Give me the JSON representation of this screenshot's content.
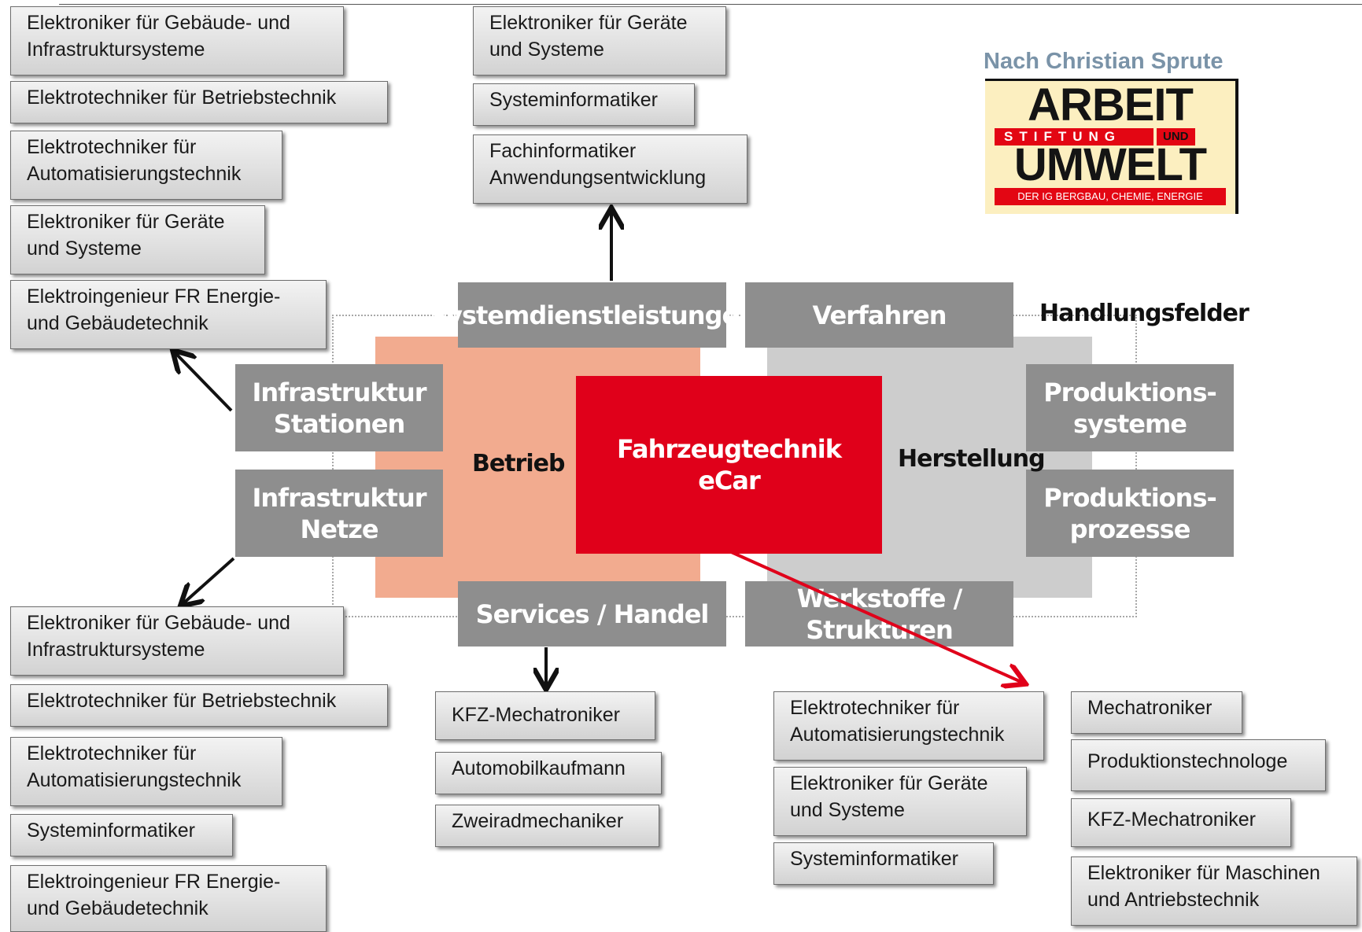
{
  "credit": "Nach Christian Sprute",
  "logo": {
    "line1": "ARBEIT",
    "stiftung": "STIFTUNG",
    "und": "UND",
    "line2": "UMWELT",
    "bottom": "DER IG BERGBAU, CHEMIE, ENERGIE"
  },
  "diagram": {
    "center": {
      "line1": "Fahrzeugtechnik",
      "line2": "eCar"
    },
    "betrieb": "Betrieb",
    "herstellung": "Herstellung",
    "handlungsfelder": "Handlungsfelder",
    "tiles": {
      "systemdienst": "Systemdienstleistungen",
      "verfahren": "Verfahren",
      "infra_stationen": {
        "line1": "Infrastruktur",
        "line2": "Stationen"
      },
      "infra_netze": {
        "line1": "Infrastruktur",
        "line2": "Netze"
      },
      "prod_systeme": {
        "line1": "Produktions-",
        "line2": "systeme"
      },
      "prod_prozesse": {
        "line1": "Produktions-",
        "line2": "prozesse"
      },
      "services": "Services / Handel",
      "werkstoffe": "Werkstoffe / Strukturen"
    }
  },
  "jobs": {
    "top_left": [
      {
        "l1": "Elektroniker für Gebäude- und",
        "l2": "Infrastruktursysteme"
      },
      {
        "l1": "Elektrotechniker für Betriebstechnik",
        "l2": ""
      },
      {
        "l1": "Elektrotechniker für",
        "l2": "Automatisierungstechnik"
      },
      {
        "l1": "Elektroniker für Geräte",
        "l2": "und Systeme"
      },
      {
        "l1": "Elektroingenieur FR Energie-",
        "l2": "und Gebäudetechnik"
      }
    ],
    "top_center": [
      {
        "l1": "Elektroniker für Geräte",
        "l2": "und Systeme"
      },
      {
        "l1": "Systeminformatiker",
        "l2": ""
      },
      {
        "l1": "Fachinformatiker",
        "l2": "Anwendungsentwicklung"
      }
    ],
    "bottom_left": [
      {
        "l1": "Elektroniker für Gebäude- und",
        "l2": "Infrastruktursysteme"
      },
      {
        "l1": "Elektrotechniker für Betriebstechnik",
        "l2": ""
      },
      {
        "l1": "Elektrotechniker für",
        "l2": "Automatisierungstechnik"
      },
      {
        "l1": "Systeminformatiker",
        "l2": ""
      },
      {
        "l1": "Elektroingenieur FR Energie-",
        "l2": "und Gebäudetechnik"
      }
    ],
    "bottom_center": [
      {
        "l1": "KFZ-Mechatroniker",
        "l2": ""
      },
      {
        "l1": "Automobilkaufmann",
        "l2": ""
      },
      {
        "l1": "Zweiradmechaniker",
        "l2": ""
      }
    ],
    "bottom_mid_right": [
      {
        "l1": "Elektrotechniker für",
        "l2": "Automatisierungstechnik"
      },
      {
        "l1": "Elektroniker für Geräte",
        "l2": "und Systeme"
      },
      {
        "l1": "Systeminformatiker",
        "l2": ""
      }
    ],
    "bottom_right": [
      {
        "l1": "Mechatroniker",
        "l2": ""
      },
      {
        "l1": "Produktionstechnologe",
        "l2": ""
      },
      {
        "l1": "KFZ-Mechatroniker",
        "l2": ""
      },
      {
        "l1": "Elektroniker für Maschinen",
        "l2": "und Antriebstechnik"
      }
    ]
  },
  "colors": {
    "center_red": "#e0001a",
    "salmon": "#f2ab8f",
    "tile_grey": "#8e8e8e",
    "light_grey": "#cdcdcd"
  }
}
